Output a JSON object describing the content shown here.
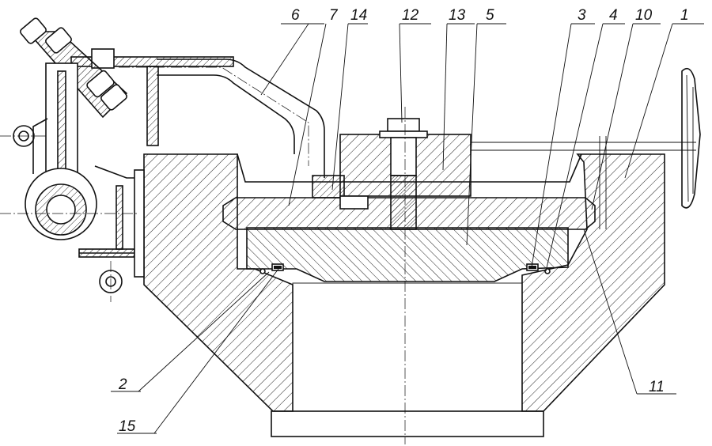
{
  "labels": {
    "l1": "1",
    "l2": "2",
    "l3": "3",
    "l4": "4",
    "l5": "5",
    "l6": "6",
    "l7": "7",
    "l10": "10",
    "l11": "11",
    "l12": "12",
    "l13": "13",
    "l14": "14",
    "l15": "15"
  }
}
